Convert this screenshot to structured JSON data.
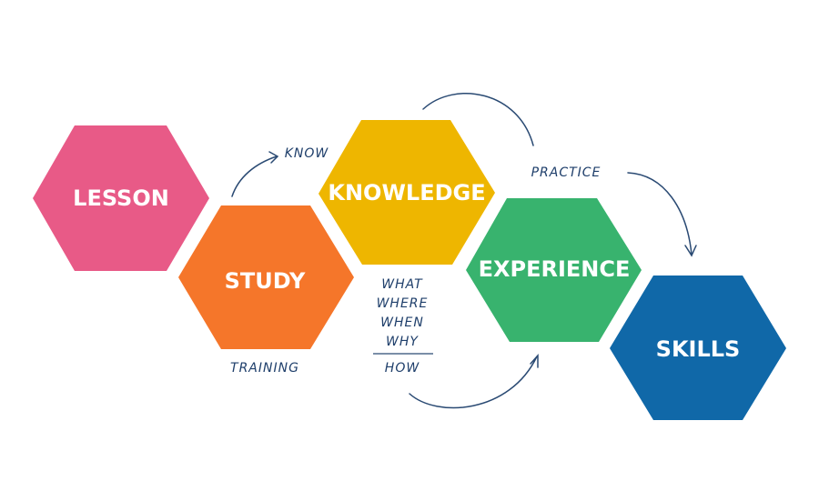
{
  "hexagons": [
    {
      "label": "LESSON",
      "color": "#e85a87"
    },
    {
      "label": "STUDY",
      "color": "#f5762a"
    },
    {
      "label": "KNOWLEDGE",
      "color": "#eeb600"
    },
    {
      "label": "EXPERIENCE",
      "color": "#38b36e"
    },
    {
      "label": "SKILLS",
      "color": "#1068a8"
    }
  ],
  "notes": {
    "know": "KNOW",
    "training": "TRAINING",
    "practice": "PRACTICE",
    "questions": [
      "WHAT",
      "WHERE",
      "WHEN",
      "WHY"
    ],
    "how": "HOW"
  },
  "text_color": "#1f3f6b"
}
